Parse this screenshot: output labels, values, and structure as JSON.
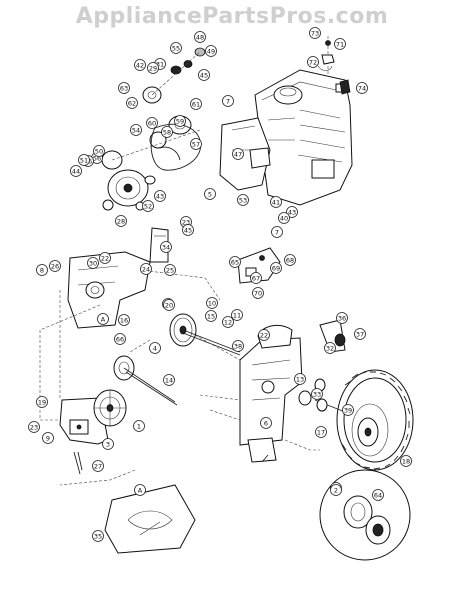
{
  "watermark": "AppliancePartsPros.com",
  "callouts": [
    {
      "n": "48"
    },
    {
      "n": "73"
    },
    {
      "n": "71"
    },
    {
      "n": "55"
    },
    {
      "n": "49"
    },
    {
      "n": "42"
    },
    {
      "n": "31"
    },
    {
      "n": "29"
    },
    {
      "n": "63"
    },
    {
      "n": "72"
    },
    {
      "n": "45"
    },
    {
      "n": "62"
    },
    {
      "n": "61"
    },
    {
      "n": "74"
    },
    {
      "n": "43"
    },
    {
      "n": "60"
    },
    {
      "n": "7"
    },
    {
      "n": "58"
    },
    {
      "n": "59"
    },
    {
      "n": "54"
    },
    {
      "n": "57"
    },
    {
      "n": "47"
    },
    {
      "n": "56"
    },
    {
      "n": "50"
    },
    {
      "n": "46"
    },
    {
      "n": "44"
    },
    {
      "n": "41"
    },
    {
      "n": "28"
    },
    {
      "n": "52"
    },
    {
      "n": "53"
    },
    {
      "n": "5"
    },
    {
      "n": "40"
    },
    {
      "n": "43"
    },
    {
      "n": "51"
    },
    {
      "n": "22"
    },
    {
      "n": "8"
    },
    {
      "n": "26"
    },
    {
      "n": "30"
    },
    {
      "n": "24"
    },
    {
      "n": "25"
    },
    {
      "n": "23"
    },
    {
      "n": "65"
    },
    {
      "n": "70"
    },
    {
      "n": "34"
    },
    {
      "n": "6"
    },
    {
      "n": "27"
    },
    {
      "n": "19"
    },
    {
      "n": "21"
    },
    {
      "n": "10"
    },
    {
      "n": "9"
    },
    {
      "n": "16"
    },
    {
      "n": "66"
    },
    {
      "n": "4"
    },
    {
      "n": "15"
    },
    {
      "n": "12"
    },
    {
      "n": "38"
    },
    {
      "n": "22"
    },
    {
      "n": "3"
    },
    {
      "n": "14"
    },
    {
      "n": "20"
    },
    {
      "n": "1"
    },
    {
      "n": "69"
    },
    {
      "n": "67"
    },
    {
      "n": "68"
    },
    {
      "n": "18"
    },
    {
      "n": "2"
    },
    {
      "n": "64"
    },
    {
      "n": "35"
    },
    {
      "n": "32"
    },
    {
      "n": "39"
    },
    {
      "n": "11"
    },
    {
      "n": "13"
    },
    {
      "n": "33"
    },
    {
      "n": "36"
    },
    {
      "n": "37"
    },
    {
      "n": "17"
    },
    {
      "n": "23"
    },
    {
      "n": "45"
    },
    {
      "n": "7"
    }
  ],
  "ref_markers": [
    {
      "label": "A"
    },
    {
      "label": "A"
    },
    {
      "label": "2"
    }
  ]
}
